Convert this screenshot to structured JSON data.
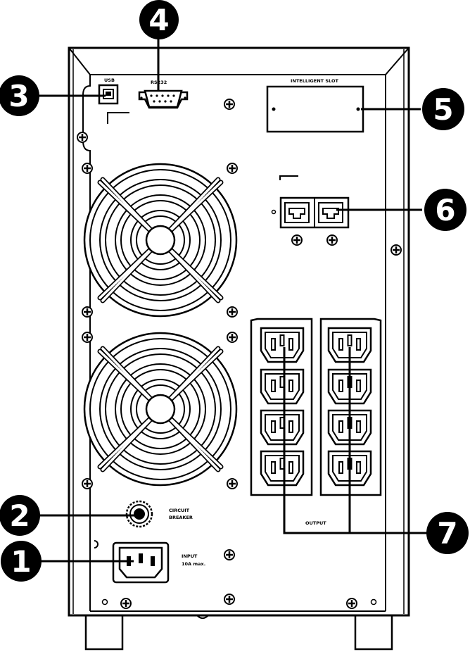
{
  "panel_labels": {
    "usb": "USB",
    "rs232": "RS232",
    "intelligent_slot": "INTELLIGENT SLOT",
    "circuit_breaker_line1": "CIRCUIT",
    "circuit_breaker_line2": "BREAKER",
    "input_line1": "INPUT",
    "input_line2": "10A max.",
    "output": "OUTPUT"
  },
  "callouts": [
    {
      "number": "1"
    },
    {
      "number": "2"
    },
    {
      "number": "3"
    },
    {
      "number": "4"
    },
    {
      "number": "5"
    },
    {
      "number": "6"
    },
    {
      "number": "7"
    }
  ],
  "colors": {
    "line": "#000000",
    "background": "#ffffff"
  }
}
